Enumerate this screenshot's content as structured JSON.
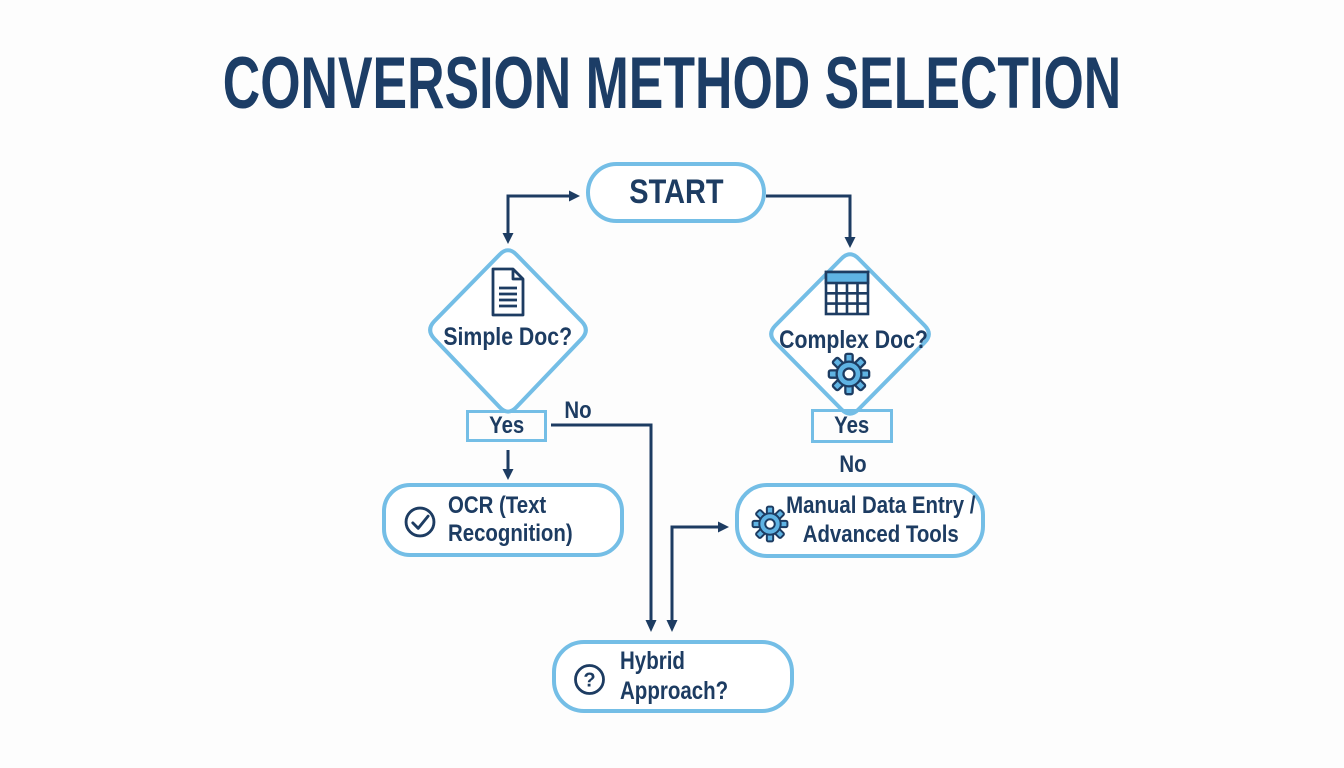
{
  "title": "CONVERSION METHOD SELECTION",
  "colors": {
    "accent_blue": "#74bee6",
    "navy": "#1d3c62",
    "icon_blue": "#5fb3e3",
    "background": "#fdfdfd"
  },
  "nodes": {
    "start": {
      "label": "START"
    },
    "simple_doc": {
      "label": "Simple Doc?",
      "icon": "document-icon"
    },
    "complex_doc": {
      "label": "Complex Doc?",
      "icons": [
        "table-icon",
        "gear-icon"
      ]
    },
    "ocr": {
      "label": "OCR (Text Recognition)",
      "icon": "check-circle-icon"
    },
    "manual": {
      "label": "Manual Data Entry / Advanced Tools",
      "icon": "gear-icon"
    },
    "hybrid": {
      "label": "Hybrid Approach?",
      "icon": "question-circle-icon"
    }
  },
  "edge_labels": {
    "left_yes": "Yes",
    "left_no": "No",
    "right_yes": "Yes",
    "right_no": "No"
  },
  "icons": {
    "question_glyph": "?"
  }
}
